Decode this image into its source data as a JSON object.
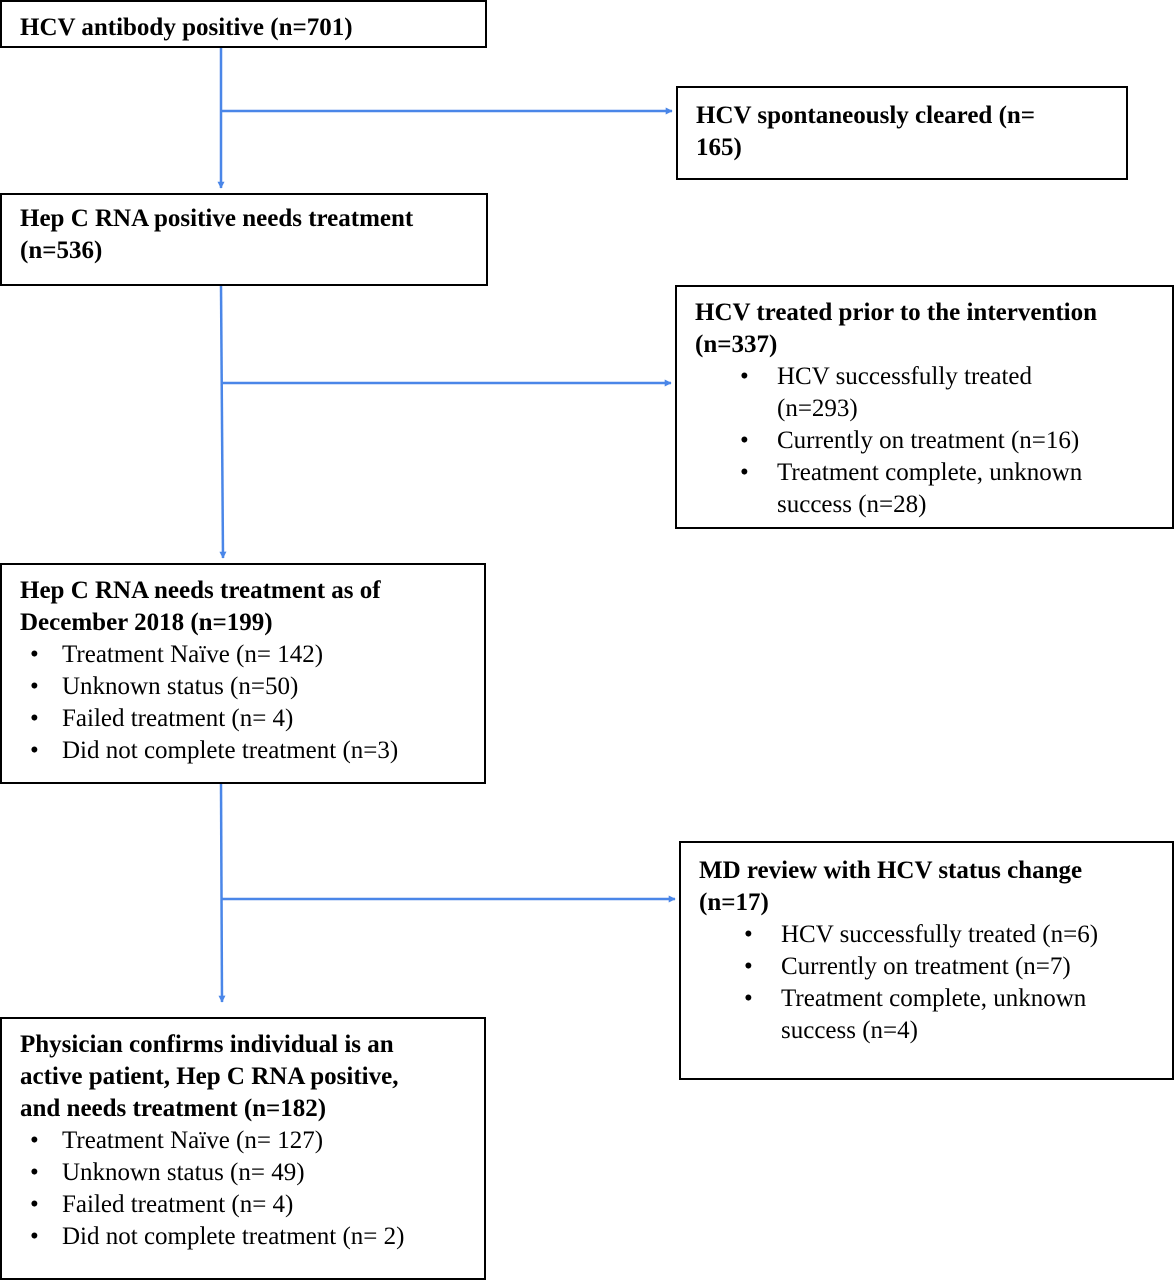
{
  "boxes": {
    "antibody": {
      "title": "HCV antibody positive (n=701)"
    },
    "cleared": {
      "title": "HCV spontaneously cleared (n=\n165)"
    },
    "rna_positive": {
      "title": "Hep C RNA positive needs treatment\n(n=536)"
    },
    "treated_prior": {
      "title": "HCV treated prior to the intervention\n(n=337)",
      "items": [
        "HCV successfully treated\n(n=293)",
        "Currently on treatment (n=16)",
        "Treatment complete, unknown\nsuccess (n=28)"
      ]
    },
    "needs_dec2018": {
      "title": "Hep C RNA needs treatment as of\nDecember 2018 (n=199)",
      "items": [
        "Treatment Naïve (n= 142)",
        "Unknown status (n=50)",
        "Failed treatment (n= 4)",
        "Did not complete treatment (n=3)"
      ]
    },
    "md_review": {
      "title": "MD review with HCV status change\n(n=17)",
      "items": [
        "HCV successfully treated (n=6)",
        "Currently on treatment (n=7)",
        "Treatment complete, unknown\nsuccess (n=4)"
      ]
    },
    "physician": {
      "title": "Physician confirms individual is an\nactive patient, Hep C RNA positive,\nand needs treatment (n=182)",
      "items": [
        "Treatment Naïve (n= 127)",
        "Unknown status (n= 49)",
        "Failed treatment (n= 4)",
        "Did not complete treatment (n= 2)"
      ]
    }
  },
  "colors": {
    "arrow": "#4a86e8",
    "border": "#000000"
  }
}
